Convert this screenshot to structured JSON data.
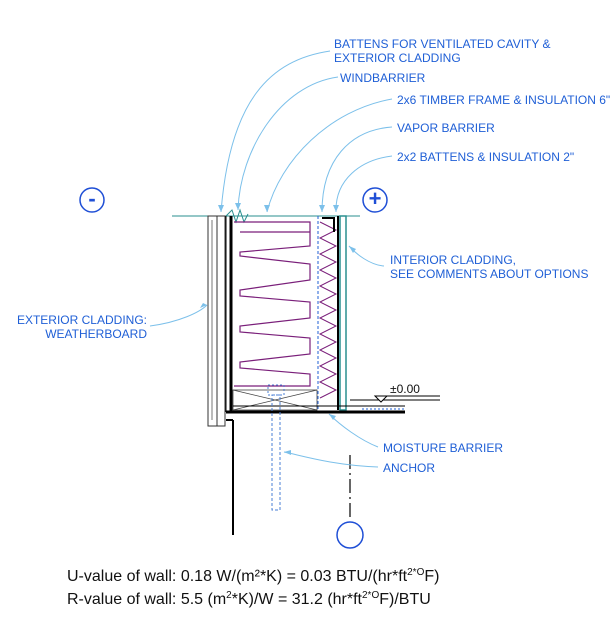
{
  "labels": {
    "battens_cavity_line1": "BATTENS FOR VENTILATED CAVITY &",
    "battens_cavity_line2": "EXTERIOR CLADDING",
    "windbarrier": "WINDBARRIER",
    "timber_frame": "2x6 TIMBER FRAME & INSULATION 6\"",
    "vapor_barrier": "VAPOR BARRIER",
    "battens_insulation": "2x2 BATTENS & INSULATION 2\"",
    "interior_cladding_line1": "INTERIOR CLADDING,",
    "interior_cladding_line2": "SEE COMMENTS ABOUT OPTIONS",
    "exterior_cladding_line1": "EXTERIOR CLADDING:",
    "exterior_cladding_line2": "WEATHERBOARD",
    "level": "±0.00",
    "moisture_barrier": "MOISTURE BARRIER",
    "anchor": "ANCHOR"
  },
  "symbols": {
    "exterior_sign": "-",
    "interior_sign": "+"
  },
  "formulas": {
    "u_prefix": "U-value of wall: 0.18 W/(m²*K) = 0.03 BTU/(hr*ft",
    "u_sup": "2*O",
    "u_suffix": "F)",
    "r_prefix": "R-value of wall:   5.5 (m",
    "r_sup1": "2",
    "r_mid": "*K)/W = 31.2 (hr*ft",
    "r_sup2": "2*O",
    "r_suffix": "F)/BTU"
  },
  "colors": {
    "leader": "#7cc0ea",
    "label": "#1f5fd6",
    "insulation": "#7a1f7a",
    "dark": "#000000",
    "teal": "#2a8f8f"
  }
}
